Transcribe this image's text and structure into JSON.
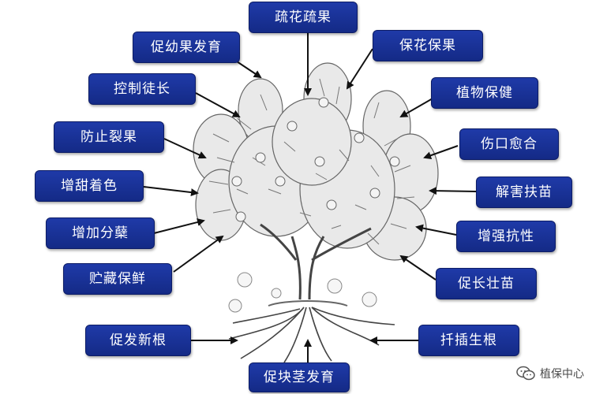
{
  "labels": [
    {
      "id": "top",
      "text": "疏花疏果"
    },
    {
      "id": "l1",
      "text": "促幼果发育"
    },
    {
      "id": "l2",
      "text": "控制徒长"
    },
    {
      "id": "l3",
      "text": "防止裂果"
    },
    {
      "id": "l4",
      "text": "增甜着色"
    },
    {
      "id": "l5",
      "text": "增加分蘖"
    },
    {
      "id": "l6",
      "text": "贮藏保鲜"
    },
    {
      "id": "l7",
      "text": "促发新根"
    },
    {
      "id": "r1",
      "text": "保花保果"
    },
    {
      "id": "r2",
      "text": "植物保健"
    },
    {
      "id": "r3",
      "text": "伤口愈合"
    },
    {
      "id": "r4",
      "text": "解害扶苗"
    },
    {
      "id": "r5",
      "text": "增强抗性"
    },
    {
      "id": "r6",
      "text": "促长壮苗"
    },
    {
      "id": "r7",
      "text": "扦插生根"
    },
    {
      "id": "bottom",
      "text": "促块茎发育"
    }
  ],
  "watermark": {
    "text": "植保中心",
    "icon": "wechat-icon"
  },
  "colors": {
    "label_bg": "#1f3aa8",
    "label_text": "#ffffff",
    "arrow": "#111111",
    "tree": "#555555"
  }
}
